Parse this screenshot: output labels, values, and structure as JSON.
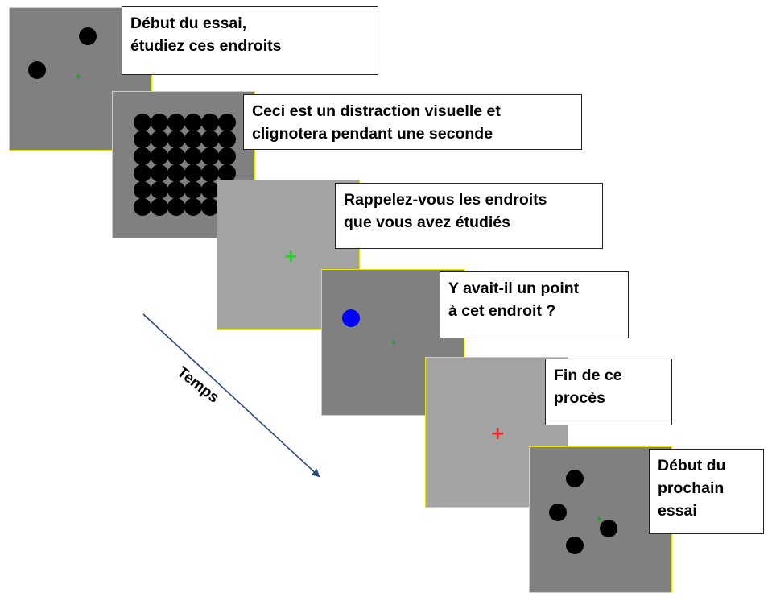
{
  "panels": [
    {
      "caption_lines": [
        "Début du essai,",
        "étudiez ces endroits"
      ]
    },
    {
      "caption_lines": [
        "Ceci est un distraction visuelle et",
        "clignotera pendant une seconde"
      ]
    },
    {
      "caption_lines": [
        "Rappelez-vous les endroits",
        "que vous avez étudiés"
      ]
    },
    {
      "caption_lines": [
        "Y avait-il un point",
        "à cet endroit ?"
      ]
    },
    {
      "caption_lines": [
        "Fin de ce",
        "procès"
      ]
    },
    {
      "caption_lines": [
        "Début du",
        "prochain",
        "essai"
      ]
    }
  ],
  "arrow_label": "Temps",
  "colors": {
    "dark_screen": "#808080",
    "light_screen": "#a3a3a3",
    "screen_border": "#e6e600",
    "arrow": "#2a4a80",
    "fixation_green": "#1fd41f",
    "fixation_red": "#ff2020",
    "probe_dot": "#0000ff",
    "dots": "#000000"
  },
  "icons": {
    "fixation": "plus-cross",
    "stimulus": "filled-circle"
  }
}
